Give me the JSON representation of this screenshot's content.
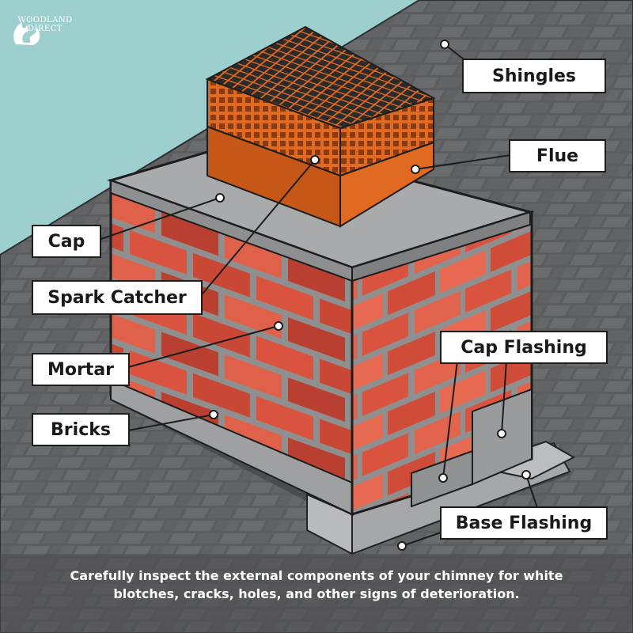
{
  "brand": {
    "name_line1": "WOODLAND",
    "name_line2": "DIRECT"
  },
  "labels": {
    "shingles": "Shingles",
    "flue": "Flue",
    "cap": "Cap",
    "spark_catcher": "Spark Catcher",
    "mortar": "Mortar",
    "bricks": "Bricks",
    "cap_flashing": "Cap Flashing",
    "base_flashing": "Base Flashing"
  },
  "caption": {
    "line1": "Carefully inspect the external components of your chimney for white",
    "line2": "blotches, cracks, holes, and other signs of deterioration."
  },
  "colors": {
    "sky": "#9ccfcd",
    "roof": "#5a5b5d",
    "shingle_line": "#3a3b3d",
    "brick": "#d9533f",
    "brick_light": "#e86a52",
    "brick_dark": "#a83a2c",
    "mortar": "#9a9a9a",
    "cap_top": "#a9aaab",
    "flue": "#d9661f",
    "spark_catcher": "#e06a22",
    "label_bg": "#ffffff",
    "label_border": "#1d1d1d"
  }
}
